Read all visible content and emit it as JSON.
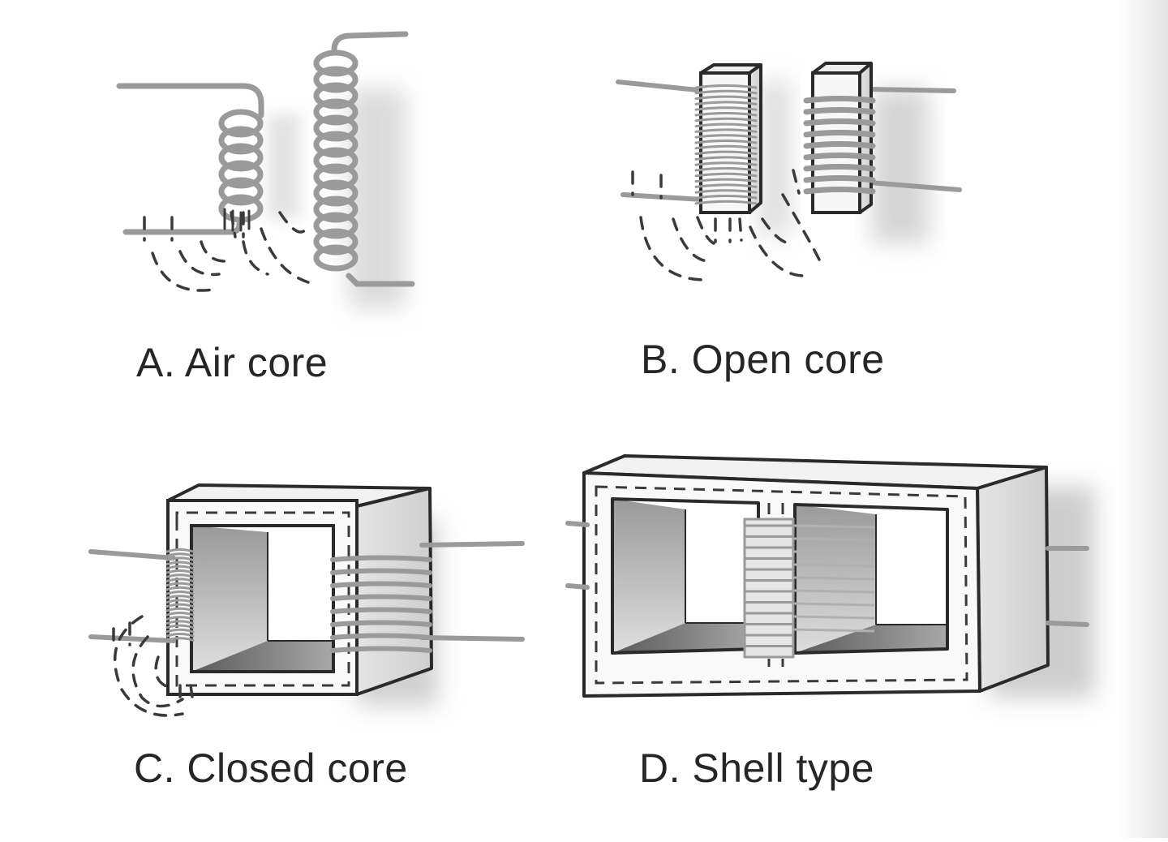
{
  "figure": {
    "panels": [
      {
        "id": "a",
        "caption": "A. Air core",
        "icon": "air-core-transformer"
      },
      {
        "id": "b",
        "caption": "B. Open core",
        "icon": "open-core-transformer"
      },
      {
        "id": "c",
        "caption": "C. Closed core",
        "icon": "closed-core-transformer"
      },
      {
        "id": "d",
        "caption": "D. Shell type",
        "icon": "shell-type-transformer"
      }
    ]
  },
  "colors": {
    "wire": "#9a9a9a",
    "outline": "#2a2a2a",
    "face": "#f7f7f7",
    "side": "#dcdcdc",
    "flux": "#3a3a3a",
    "caption": "#262626"
  }
}
